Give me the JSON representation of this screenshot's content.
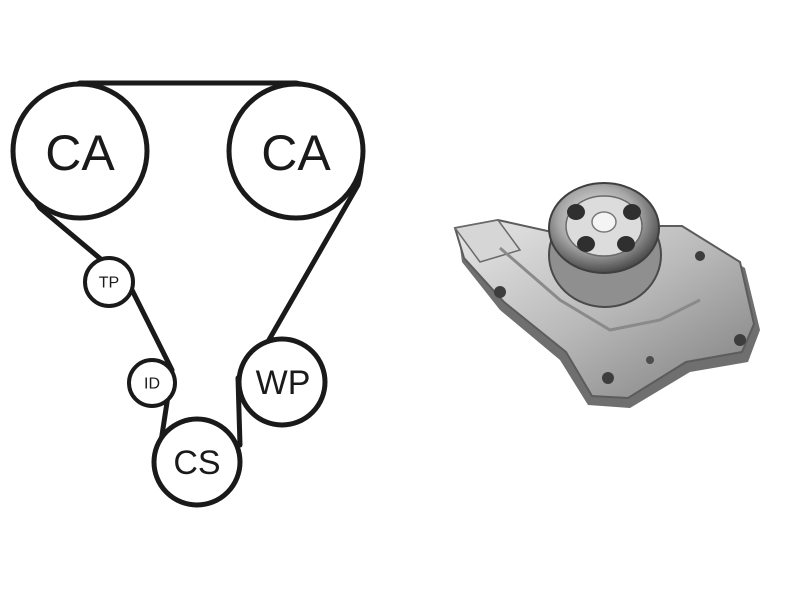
{
  "diagram": {
    "pulleys": [
      {
        "id": "camshaft-left",
        "label": "CA"
      },
      {
        "id": "camshaft-right",
        "label": "CA"
      },
      {
        "id": "tensioner",
        "label": "TP"
      },
      {
        "id": "idler",
        "label": "ID"
      },
      {
        "id": "water-pump",
        "label": "WP"
      },
      {
        "id": "crankshaft",
        "label": "CS"
      }
    ]
  },
  "colors": {
    "belt": "#1a1a1a",
    "pump_body": "#b9b9b9",
    "pump_shadow": "#6f6f6f",
    "pump_highlight": "#ececec"
  }
}
